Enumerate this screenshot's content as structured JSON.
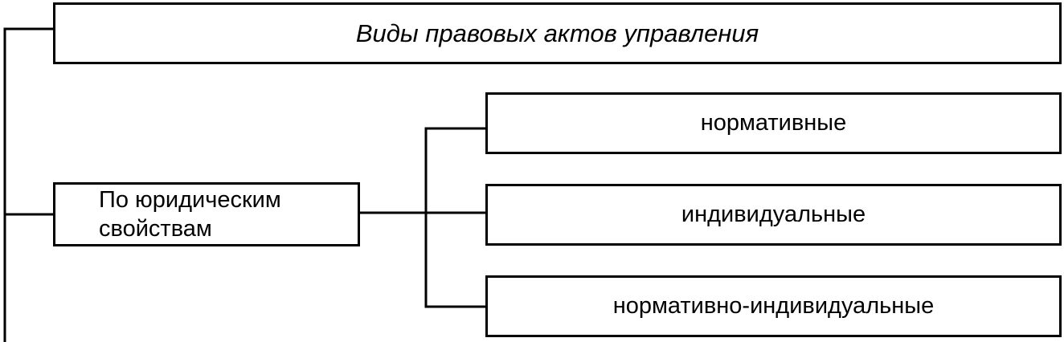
{
  "diagram": {
    "title": "Виды правовых актов управления",
    "criterion": "По юридическим свойствам",
    "types": [
      "нормативные",
      "индивидуальные",
      "нормативно-индивидуальные"
    ]
  }
}
